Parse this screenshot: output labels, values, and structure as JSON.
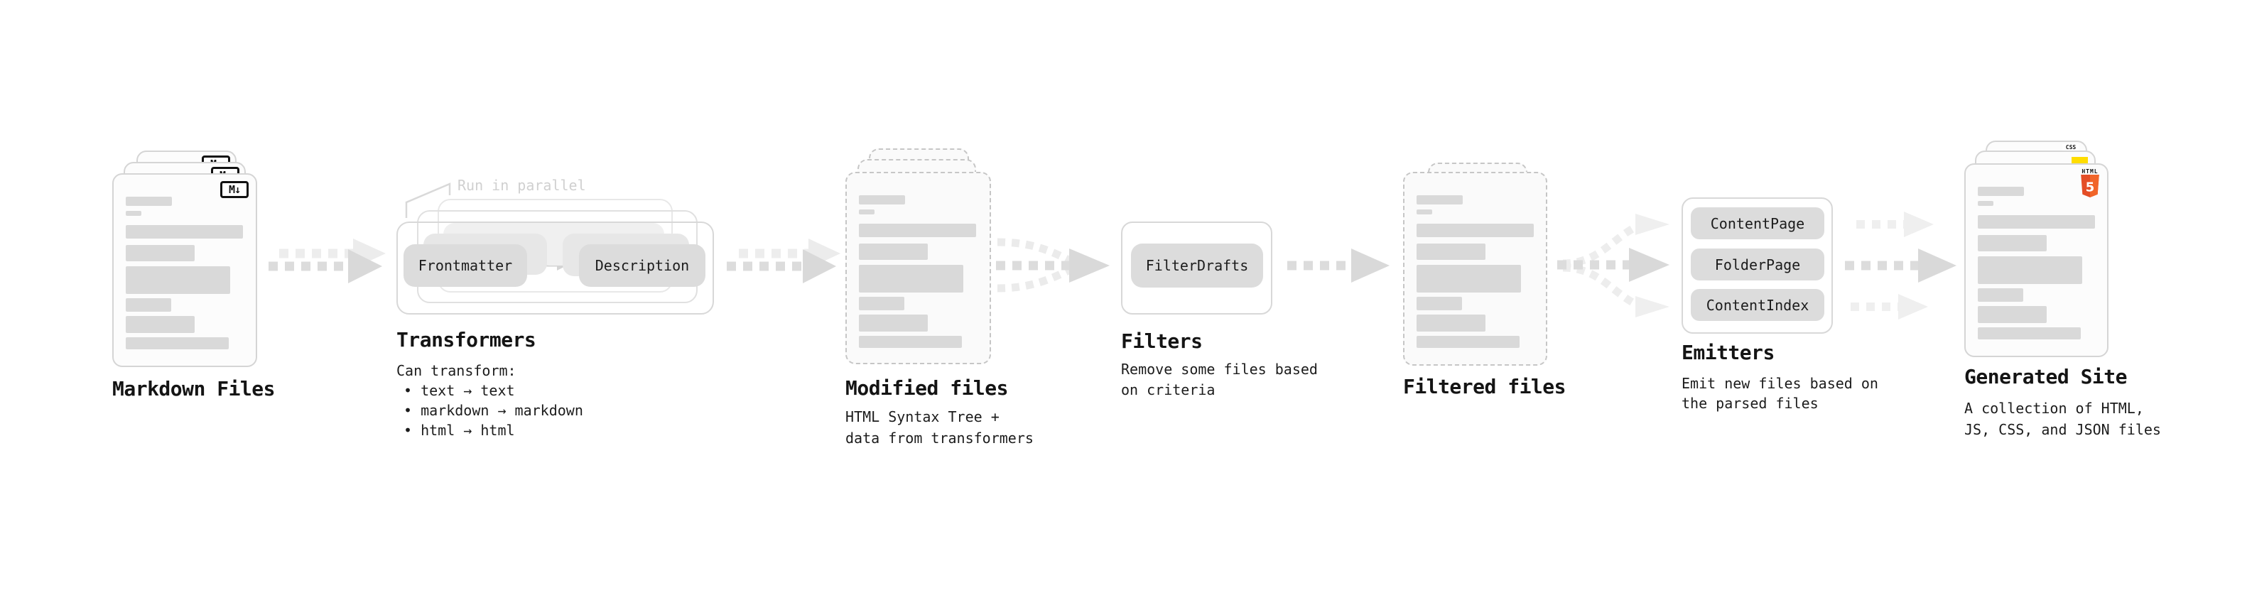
{
  "stages": {
    "markdown": {
      "title": "Markdown Files",
      "badge": "M↓"
    },
    "transformers": {
      "title": "Transformers",
      "annotation": "Run in parallel",
      "pills": {
        "left": "Frontmatter",
        "right": "Description"
      },
      "desc_heading": "Can transform:",
      "bullets": [
        "• text → text",
        "• markdown → markdown",
        "• html → html"
      ]
    },
    "modified": {
      "title": "Modified files",
      "desc": [
        "HTML Syntax Tree +",
        "data from transformers"
      ]
    },
    "filters": {
      "title": "Filters",
      "pill": "FilterDrafts",
      "desc": [
        "Remove some files based",
        "on criteria"
      ]
    },
    "filtered": {
      "title": "Filtered files"
    },
    "emitters": {
      "title": "Emitters",
      "pills": [
        "ContentPage",
        "FolderPage",
        "ContentIndex"
      ],
      "desc": [
        "Emit new files based on",
        "the parsed files"
      ]
    },
    "generated": {
      "title": "Generated Site",
      "desc": [
        "A collection of HTML,",
        "JS, CSS, and JSON files"
      ],
      "badges": {
        "css": "CSS",
        "html_label": "HTML",
        "html_number": "5"
      }
    }
  },
  "colors": {
    "arrow_main": "#d9d9d9",
    "arrow_ghost": "#ededed",
    "doc_border": "#d5d5d5",
    "doc_dashed_border": "#c6c6c6",
    "pill_fill": "#dcdcdc",
    "annotation_text": "#d0d0d0",
    "html5_orange": "#e44d26",
    "js_yellow": "#ffdd00",
    "css_blue": "#3b6ef6"
  }
}
